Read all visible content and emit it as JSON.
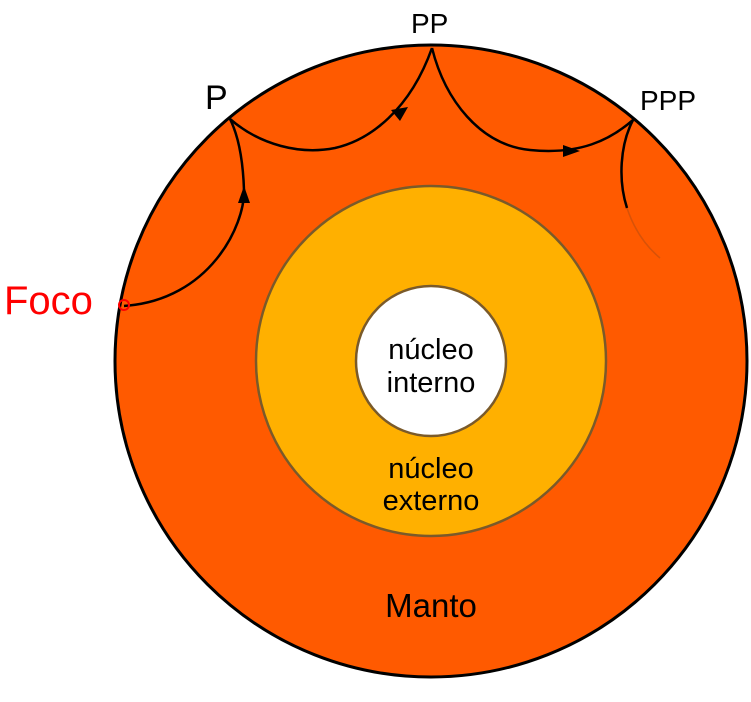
{
  "labels": {
    "foco": "Foco",
    "p": "P",
    "pp": "PP",
    "ppp": "PPP",
    "inner_core_line1": "núcleo",
    "inner_core_line2": "interno",
    "outer_core_line1": "núcleo",
    "outer_core_line2": "externo",
    "mantle": "Manto"
  },
  "colors": {
    "mantle": "#ff5a00",
    "outer_core": "#ffb000",
    "inner_core": "#ffffff",
    "foco_text": "#ff0000",
    "outline": "#000000",
    "core_border": "#7a5a2a"
  }
}
